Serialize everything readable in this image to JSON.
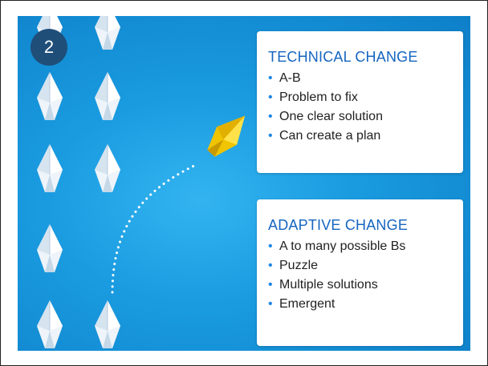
{
  "slide": {
    "number": "2"
  },
  "technical": {
    "title": "TECHNICAL CHANGE",
    "items": [
      "A-B",
      "Problem to fix",
      "One clear solution",
      "Can create a plan"
    ]
  },
  "adaptive": {
    "title": "ADAPTIVE CHANGE",
    "items": [
      "A to many possible Bs",
      "Puzzle",
      "Multiple solutions",
      "Emergent"
    ]
  },
  "colors": {
    "background": "#1a9be0",
    "badge": "#1f4e79",
    "title_text": "#1565c0",
    "bullet": "#1e88e5",
    "leader_boat": "#f5d000",
    "fleet_boats": "#e9f1f8"
  },
  "icons": {
    "fleet": "paper-boat-icon",
    "leader": "yellow-paper-boat-icon",
    "path": "dotted-path"
  }
}
